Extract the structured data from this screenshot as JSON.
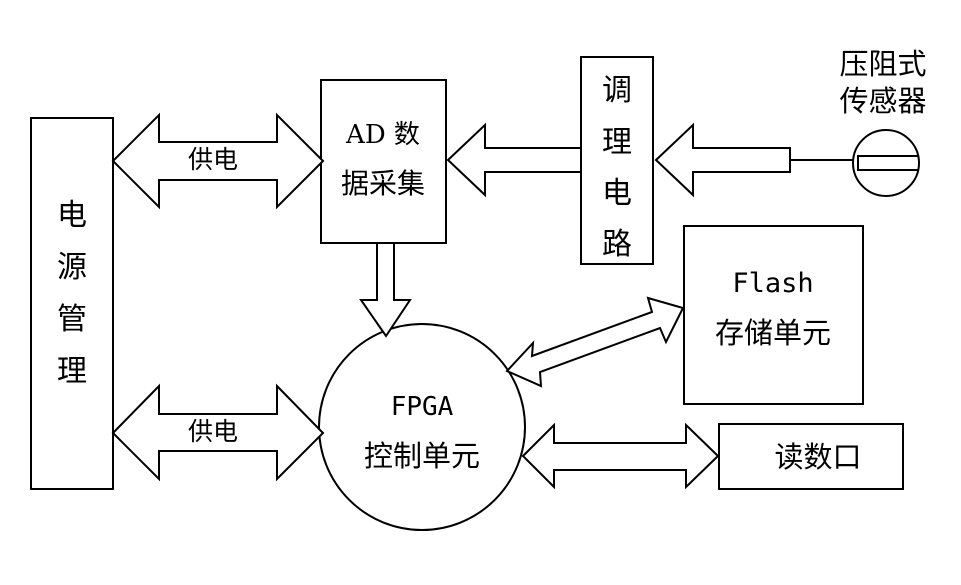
{
  "power_management": {
    "chars": [
      "电",
      "源",
      "管",
      "理"
    ]
  },
  "ad_block": {
    "line1": "AD 数",
    "line2": "据采集"
  },
  "conditioning": {
    "chars": [
      "调",
      "理",
      "电",
      "路"
    ]
  },
  "sensor": {
    "line1": "压阻式",
    "line2": "传感器"
  },
  "flash": {
    "line1": "Flash",
    "line2": "存储单元"
  },
  "fpga": {
    "line1": "FPGA",
    "line2": "控制单元"
  },
  "readout": {
    "label": "读数口"
  },
  "power_arrow_top": {
    "label": "供电"
  },
  "power_arrow_bottom": {
    "label": "供电"
  }
}
